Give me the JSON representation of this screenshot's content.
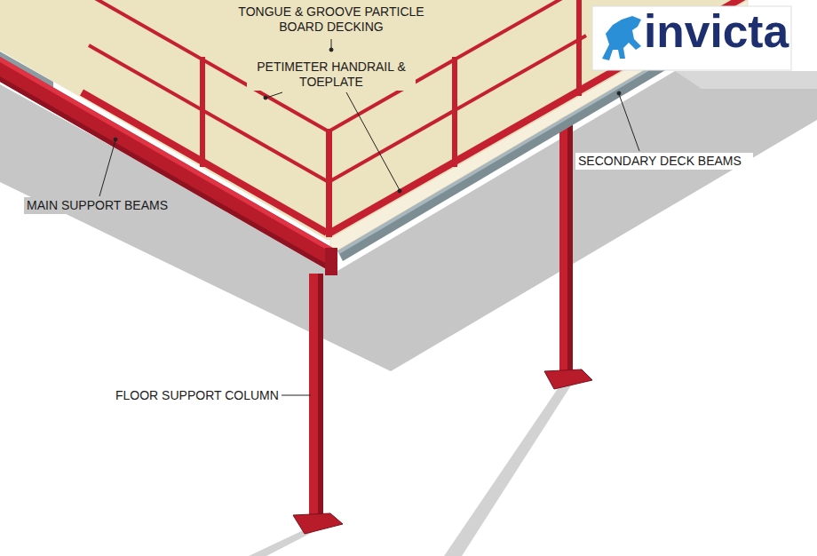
{
  "diagram": {
    "labels": [
      "TONGUE & GROOVE PARTICLE BOARD DECKING",
      "PETIMETER HANDRAIL & TOEPLATE",
      "SECONDARY DECK BEAMS",
      "MAIN SUPPORT BEAMS",
      "FLOOR SUPPORT COLUMN",
      "invicta"
    ]
  }
}
